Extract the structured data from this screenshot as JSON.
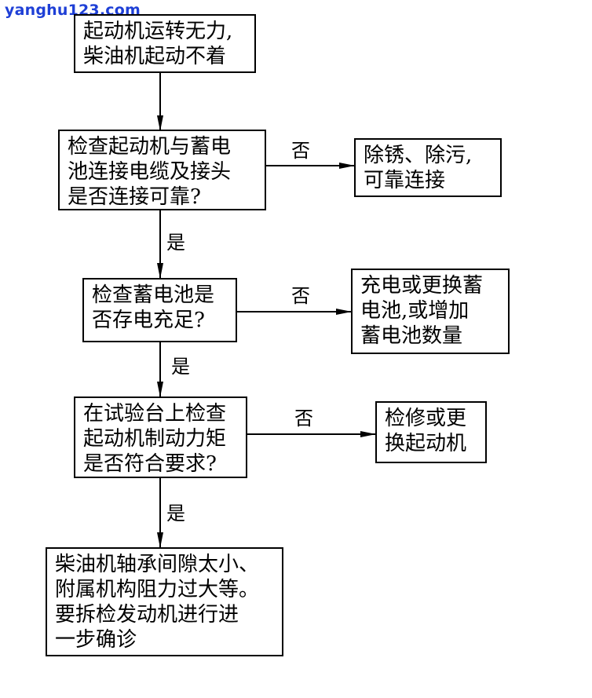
{
  "watermark": "yanghu123.com",
  "steps": {
    "start": "起动机运转无力,\n柴油机起动不着",
    "check_cable": "检查起动机与蓄电\n池连接电缆及接头\n是否连接可靠?",
    "check_battery": "检查蓄电池是\n否存电充足?",
    "check_torque": "在试验台上检查\n起动机制动力矩\n是否符合要求?",
    "final": "柴油机轴承间隙太小、\n附属机构阻力过大等。\n要拆检发动机进行进\n一步确诊"
  },
  "actions": {
    "fix_cable": "除锈、除污,\n可靠连接",
    "fix_battery": "充电或更换蓄\n电池,或增加\n蓄电池数量",
    "fix_starter": "检修或更\n换起动机"
  },
  "labels": {
    "no_1": "否",
    "no_2": "否",
    "no_3": "否",
    "yes_1": "是",
    "yes_2": "是",
    "yes_3": "是"
  }
}
